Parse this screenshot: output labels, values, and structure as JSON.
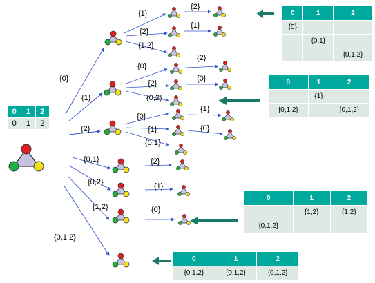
{
  "start_table": {
    "header": [
      "0",
      "1",
      "2"
    ],
    "values": [
      "0",
      "1",
      "2"
    ]
  },
  "level1_labels": [
    "{0}",
    "{1}",
    "{2}",
    "{0,1}",
    "{0,2}",
    "{1,2}",
    "{0,1,2}"
  ],
  "branch_labels": [
    "{1}",
    "{2}",
    "{1,2}",
    "{0}",
    "{2}",
    "{0,2}",
    "{0}",
    "{1}",
    "{0,1}",
    "{2}",
    "{1}",
    "{0}"
  ],
  "leaf_labels": [
    "{2}",
    "{1}",
    "{2}",
    "{0}",
    "{1}",
    "{0}"
  ],
  "table_a": {
    "header": [
      "0",
      "1",
      "2"
    ],
    "rows": [
      [
        "{0}",
        "",
        ""
      ],
      [
        "",
        "{0,1}",
        ""
      ],
      [
        "",
        "",
        "{0,1,2}"
      ]
    ]
  },
  "table_b": {
    "header": [
      "0",
      "1",
      "2"
    ],
    "rows": [
      [
        "",
        "{1}",
        ""
      ],
      [
        "{0,1,2}",
        "",
        "{0,1,2}"
      ]
    ]
  },
  "table_c": {
    "header": [
      "0",
      "1",
      "2"
    ],
    "rows": [
      [
        "",
        "{1,2}",
        "{1,2}"
      ],
      [
        "{0,1,2}",
        "",
        ""
      ]
    ]
  },
  "table_d": {
    "header": [
      "0",
      "1",
      "2"
    ],
    "rows": [
      [
        "{0,1,2}",
        "{0,1,2}",
        "{0,1,2}"
      ]
    ]
  },
  "colors": {
    "arrow": "#3355cc",
    "table_header": "#00a99d",
    "table_body": "#dfe9e3",
    "node_red": "#e02020",
    "node_green": "#20b040",
    "node_yellow": "#f0e020",
    "triangle_fill": "#c8c0e0",
    "pointer_arrow": "#1a7a6a"
  }
}
